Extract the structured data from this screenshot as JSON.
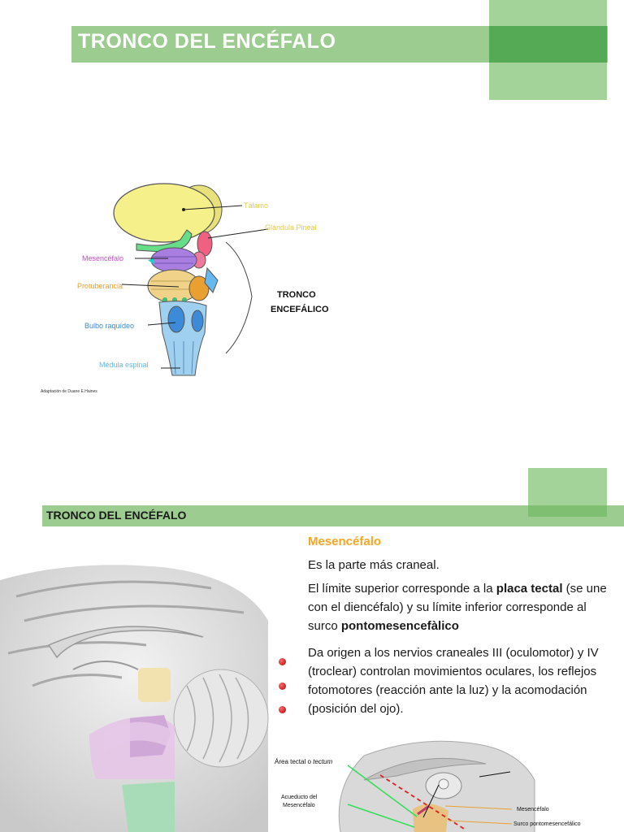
{
  "slide1": {
    "title": "TRONCO DEL ENCÉFALO",
    "diagram": {
      "labels": {
        "talamo": "Tálamo",
        "glandula_pineal": "Glándula Pineal",
        "mesencefalo": "Mesencéfalo",
        "protuberancia": "Protuberancia",
        "bulbo": "Bulbo raquídeo",
        "medula": "Médula espinal"
      },
      "bracket_label_line1": "TRONCO",
      "bracket_label_line2": "ENCEFÁLICO",
      "credit": "Adaptación de Duane E.Haines"
    },
    "colors": {
      "banner": "#9ccc8f",
      "block": "#a4d39a",
      "overlap": "#55aa55"
    }
  },
  "slide2": {
    "title": "TRONCO DEL ENCÉFALO",
    "heading": "Mesencéfalo",
    "p1": "Es la parte más craneal.",
    "p2_a": "El límite superior corresponde a la ",
    "p2_b": "placa tectal",
    "p2_c": " (se une con el diencéfalo) y su límite inferior corresponde al surco ",
    "p2_d": "pontomesencefàlico",
    "p3": "Da origen a los nervios craneales III (oculomotor) y IV (troclear) controlan movimientos oculares, los reflejos fotomotores (reacción ante la luz)  y la acomodación (posición del ojo).",
    "figure2_labels": {
      "area_tectal": "Área tectal o ",
      "tectum": "tectum",
      "acueducto_1": "Acueducto del",
      "acueducto_2": "Mesencéfalo",
      "mesencefalo": "Mesencéfalo",
      "surco": "Surco pontomesencefálico"
    },
    "colors": {
      "heading": "#f5a623",
      "bullet": "#c00000"
    }
  }
}
